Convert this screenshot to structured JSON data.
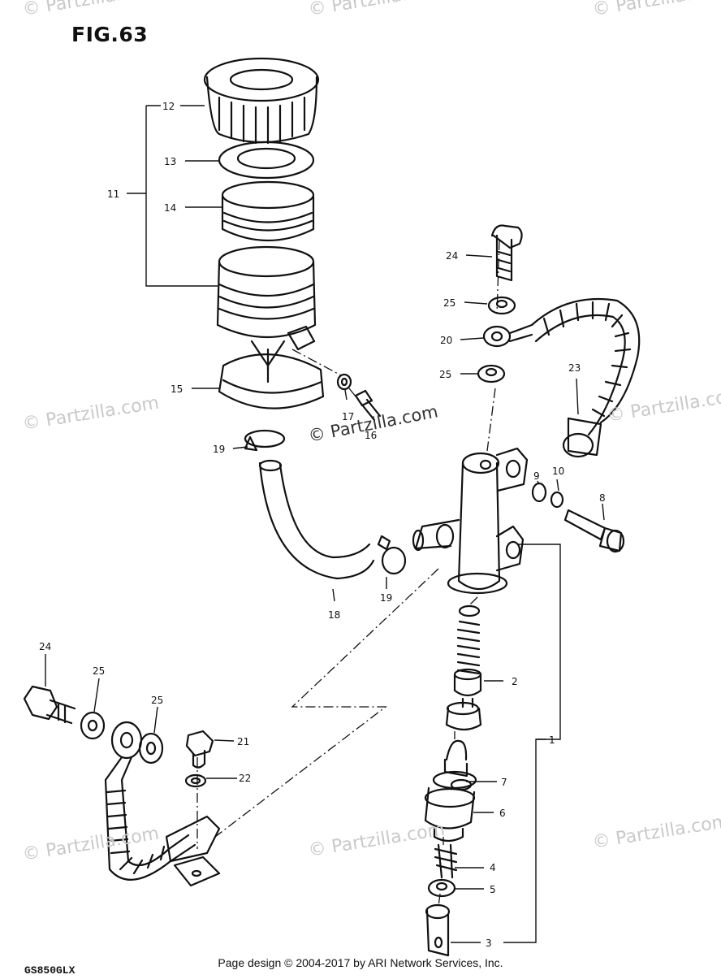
{
  "figure": {
    "title": "FIG.63",
    "model_code": "GS850GLX"
  },
  "footer": {
    "copyright": "Page design © 2004-2017 by ARI Network Services, Inc."
  },
  "watermark": {
    "text": "© Partzilla.com"
  },
  "callouts": [
    "1",
    "2",
    "3",
    "4",
    "5",
    "6",
    "7",
    "8",
    "9",
    "10",
    "11",
    "12",
    "13",
    "14",
    "15",
    "16",
    "17",
    "18",
    "19",
    "19",
    "20",
    "21",
    "22",
    "23",
    "24",
    "24",
    "25",
    "25",
    "25",
    "25"
  ]
}
